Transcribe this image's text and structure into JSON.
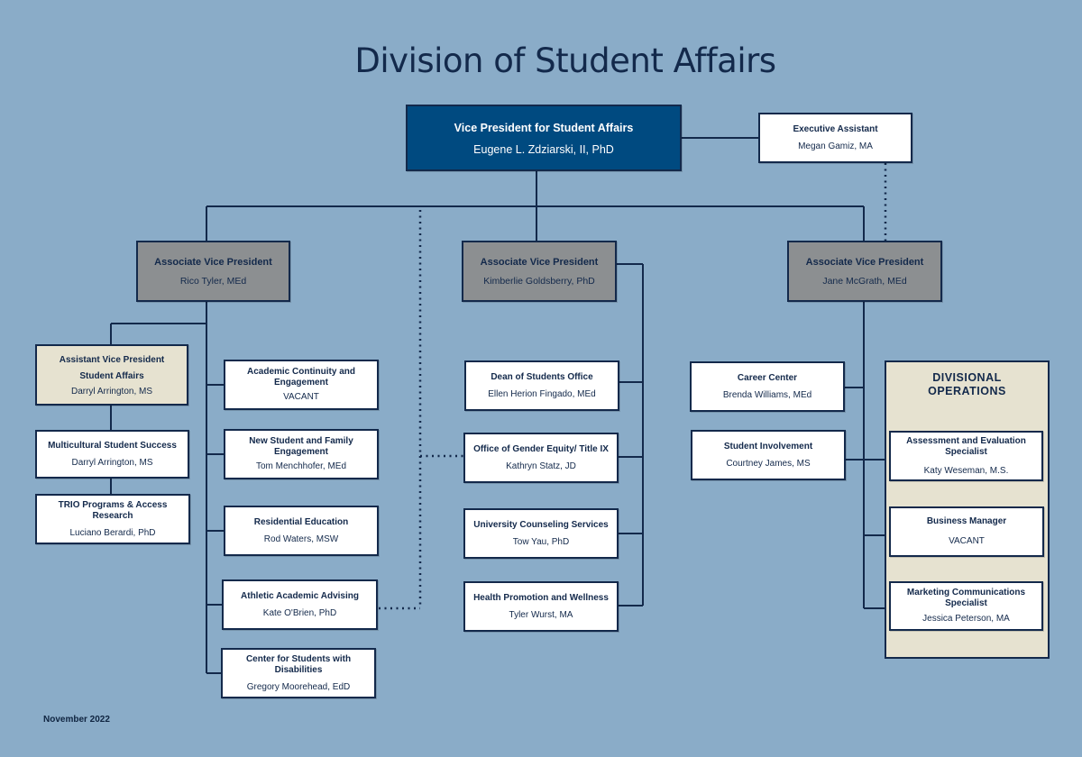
{
  "title": "Division of Student Affairs",
  "footer_date": "November 2022",
  "colors": {
    "background": "#8aacc8",
    "vp_box": "#004a80",
    "avp_box": "#8c8f91",
    "assistant_vp_box": "#e6e2d0",
    "unit_box": "#ffffff",
    "line": "#13294b"
  },
  "vice_president": {
    "role": "Vice President for Student Affairs",
    "name": "Eugene L. Zdziarski, II, PhD"
  },
  "executive_assistant": {
    "role": "Executive Assistant",
    "name": "Megan Gamiz, MA"
  },
  "branches": [
    {
      "avp": {
        "role": "Associate Vice President",
        "name": "Rico Tyler, MEd"
      },
      "assistant_vp": {
        "role_line1": "Assistant Vice President",
        "role_line2": "Student Affairs",
        "name": "Darryl Arrington, MS"
      },
      "assistant_vp_units": [
        {
          "role": "Multicultural Student Success",
          "name": "Darryl Arrington, MS"
        },
        {
          "role": "TRIO Programs & Access Research",
          "name": "Luciano Berardi, PhD"
        }
      ],
      "units": [
        {
          "role": "Academic Continuity and Engagement",
          "name": "VACANT"
        },
        {
          "role": "New Student and Family Engagement",
          "name": "Tom Menchhofer, MEd"
        },
        {
          "role": "Residential Education",
          "name": "Rod Waters, MSW"
        },
        {
          "role": "Athletic Academic Advising",
          "name": "Kate O'Brien, PhD"
        },
        {
          "role": "Center for Students with Disabilities",
          "name": "Gregory Moorehead, EdD"
        }
      ]
    },
    {
      "avp": {
        "role": "Associate Vice President",
        "name": "Kimberlie Goldsberry, PhD"
      },
      "units": [
        {
          "role": "Dean of Students Office",
          "name": "Ellen Herion Fingado, MEd"
        },
        {
          "role": "Office of Gender Equity/ Title IX",
          "name": "Kathryn Statz, JD"
        },
        {
          "role": "University Counseling Services",
          "name": "Tow Yau, PhD"
        },
        {
          "role": "Health Promotion and Wellness",
          "name": "Tyler Wurst, MA"
        }
      ]
    },
    {
      "avp": {
        "role": "Associate Vice President",
        "name": "Jane McGrath, MEd"
      },
      "units": [
        {
          "role": "Career Center",
          "name": "Brenda Williams, MEd"
        },
        {
          "role": "Student Involvement",
          "name": "Courtney James, MS"
        }
      ],
      "divisional_operations": {
        "title_line1": "DIVISIONAL",
        "title_line2": "OPERATIONS",
        "units": [
          {
            "role": "Assessment and Evaluation Specialist",
            "name": "Katy Weseman, M.S."
          },
          {
            "role": "Business Manager",
            "name": "VACANT"
          },
          {
            "role": "Marketing Communications Specialist",
            "name": "Jessica Peterson, MA"
          }
        ]
      }
    }
  ]
}
